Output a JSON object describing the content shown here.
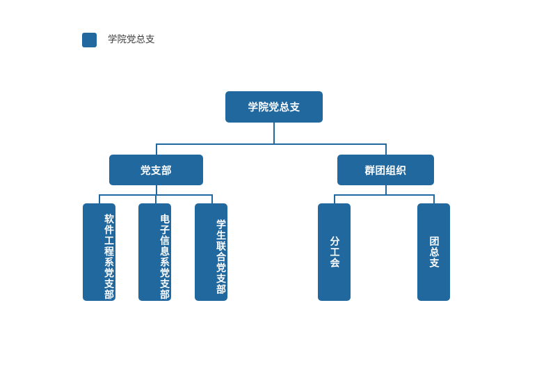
{
  "legend": {
    "swatch_color": "#21689f",
    "label": "学院党总支"
  },
  "theme": {
    "node_fill": "#21689f",
    "node_text": "#ffffff",
    "line_color": "#21689f",
    "background": "#ffffff",
    "legend_text": "#3b3b3b"
  },
  "chart_data": {
    "type": "diagram",
    "title": "学院党总支",
    "root": {
      "label": "学院党总支",
      "children": [
        {
          "label": "党支部",
          "children": [
            {
              "label": "软件工程系党支部"
            },
            {
              "label": "电子信息系党支部"
            },
            {
              "label": "学生联合党支部"
            }
          ]
        },
        {
          "label": "群团组织",
          "children": [
            {
              "label": "分工会"
            },
            {
              "label": "团总支"
            }
          ]
        }
      ]
    }
  },
  "nodes": {
    "root": "学院党总支",
    "branch_left": "党支部",
    "branch_right": "群团组织",
    "leaf_1": "软件工程系党支部",
    "leaf_2": "电子信息系党支部",
    "leaf_3": "学生联合党支部",
    "leaf_4": "分工会",
    "leaf_5": "团总支"
  }
}
